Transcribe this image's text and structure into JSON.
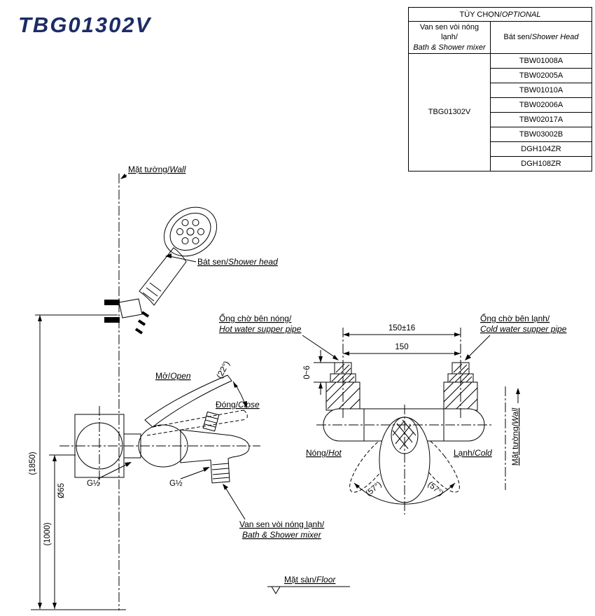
{
  "title": "TBG01302V",
  "colors": {
    "title": "#1d2c66",
    "ink": "#000000"
  },
  "options_table": {
    "title_vi": "TÙY CHỌN/",
    "title_en": "OPTIONAL",
    "mixer_col_vi": "Van sen vòi nóng lạnh/",
    "mixer_col_en": "Bath & Shower mixer",
    "head_col_vi": "Bát sen/",
    "head_col_en": "Shower Head",
    "mixer_model": "TBG01302V",
    "shower_heads": [
      "TBW01008A",
      "TBW02005A",
      "TBW01010A",
      "TBW02006A",
      "TBW02017A",
      "TBW03002B",
      "DGH104ZR",
      "DGH108ZR"
    ]
  },
  "side_view": {
    "wall": {
      "vi": "Mặt tường/",
      "en": "Wall"
    },
    "shower_head": {
      "vi": "Bát sen/",
      "en": "Shower head"
    },
    "open": {
      "vi": "Mở/",
      "en": "Open"
    },
    "close": {
      "vi": "Đóng/",
      "en": "Close"
    },
    "angle_open": "(22°)",
    "dia_escutcheon": "Ø65",
    "thread_shower": "G½",
    "thread_spout": "G½",
    "height_shower": "(1850)",
    "height_mixer": "(1000)",
    "mixer": {
      "vi": "Van sen vòi nóng lạnh/",
      "en": "Bath & Shower mixer"
    },
    "floor": {
      "vi": "Mặt sàn/",
      "en": "Floor"
    }
  },
  "front_view": {
    "hot_pipe": {
      "vi": "Ống chờ bên nóng/",
      "en": "Hot water supper pipe"
    },
    "cold_pipe": {
      "vi": "Ống chờ bên lạnh/",
      "en": "Cold water supper pipe"
    },
    "pitch_tolerance": "150±16",
    "pitch": "150",
    "protrusion": "0~6",
    "hot": {
      "vi": "Nóng/",
      "en": "Hot"
    },
    "cold": {
      "vi": "Lạnh/",
      "en": "Cold"
    },
    "swing_left": "(57°)",
    "swing_right": "(57°)",
    "wall": {
      "vi": "Mặt tường/",
      "en": "Wall"
    }
  }
}
